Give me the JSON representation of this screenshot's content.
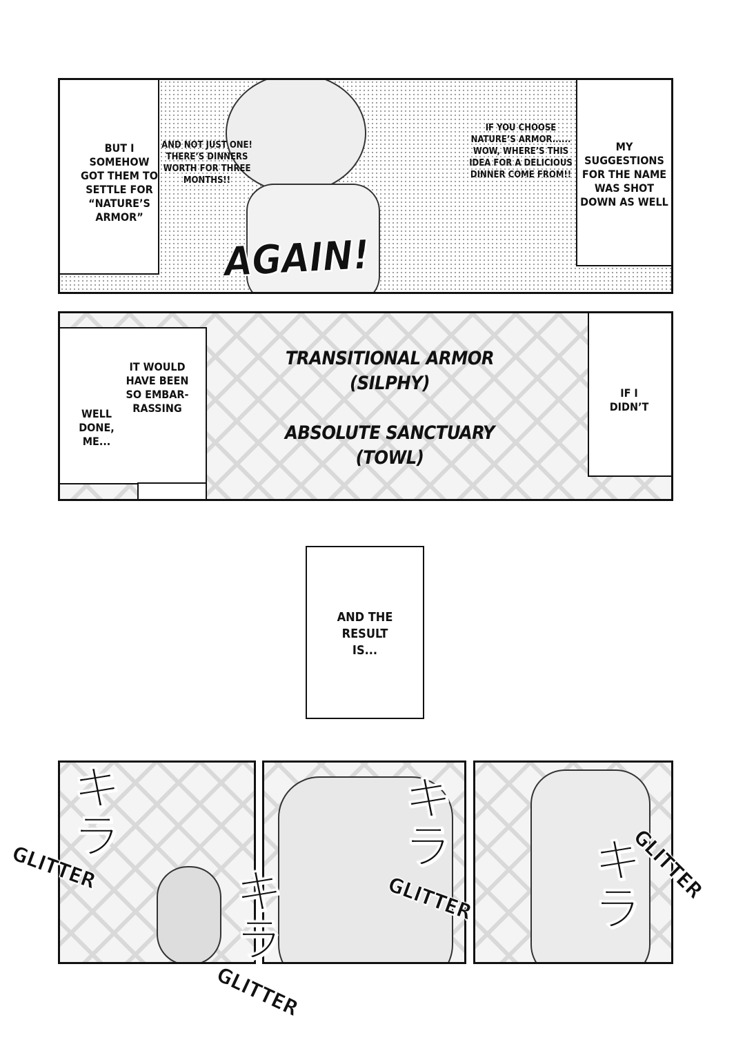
{
  "panel1": {
    "left_narration": "BUT I\nSOMEHOW\nGOT THEM TO\nSETTLE FOR\n“NATURE’S\nARMOR”",
    "bubble_left": "AND NOT JUST ONE!\nTHERE’S DINNERS\nWORTH FOR THREE\nMONTHS!!",
    "bubble_right": "IF YOU CHOOSE\nNATURE’S ARMOR......\nWOW, WHERE’S THIS\nIDEA FOR A DELICIOUS\nDINNER COME FROM!!",
    "right_narration": "MY\nSUGGESTIONS\nFOR THE NAME\nWAS SHOT\nDOWN AS WELL",
    "sfx": "AGAIN!"
  },
  "panel2": {
    "narration_a": "IT WOULD\nHAVE BEEN\nSO EMBAR-\nRASSING",
    "narration_b": "WELL\nDONE,\nME...",
    "main_text": "TRANSITIONAL ARMOR\n(SILPHY)\n\nABSOLUTE SANCTUARY\n(TOWL)",
    "right_narration": "IF I\nDIDN’T"
  },
  "narration_box": "AND THE\nRESULT\nIS...",
  "bottom_panels": {
    "kira": "キラ",
    "glitter": "GLITTER"
  }
}
